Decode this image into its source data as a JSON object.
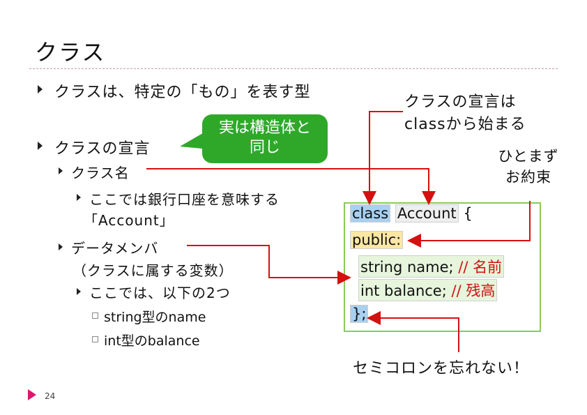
{
  "slide": {
    "title": "クラス",
    "page_number": "24"
  },
  "bullets": {
    "b1": "クラスは、特定の「もの」を表す型",
    "b2": "クラスの宣言",
    "b2_1": "クラス名",
    "b2_1_1_line1": "ここでは銀行口座を意味する",
    "b2_1_1_line2": "「Account」",
    "b2_2_line1": "データメンバ",
    "b2_2_line2": "（クラスに属する変数）",
    "b2_2_1": "ここでは、以下の2つ",
    "b2_2_1_a": "string型のname",
    "b2_2_1_b": "int型のbalance"
  },
  "callout": {
    "line1": "実は構造体と",
    "line2": "同じ"
  },
  "annotations": {
    "class_decl_line1": "クラスの宣言は",
    "class_decl_line2": "classから始まる",
    "promise_line1": "ひとまず",
    "promise_line2": "お約束",
    "semicolon_note": "セミコロンを忘れない！"
  },
  "code": {
    "kw_class": "class",
    "class_name": "Account",
    "open_brace": "{",
    "access": "public:",
    "member1": "string name;",
    "comment1": "// 名前",
    "member2": "int balance;",
    "comment2": "// 残高",
    "close": "};"
  },
  "colors": {
    "accent_red": "#d41010",
    "callout_green": "#2fa82a",
    "codebox_border": "#8acb57",
    "page_marker": "#e0156e"
  }
}
